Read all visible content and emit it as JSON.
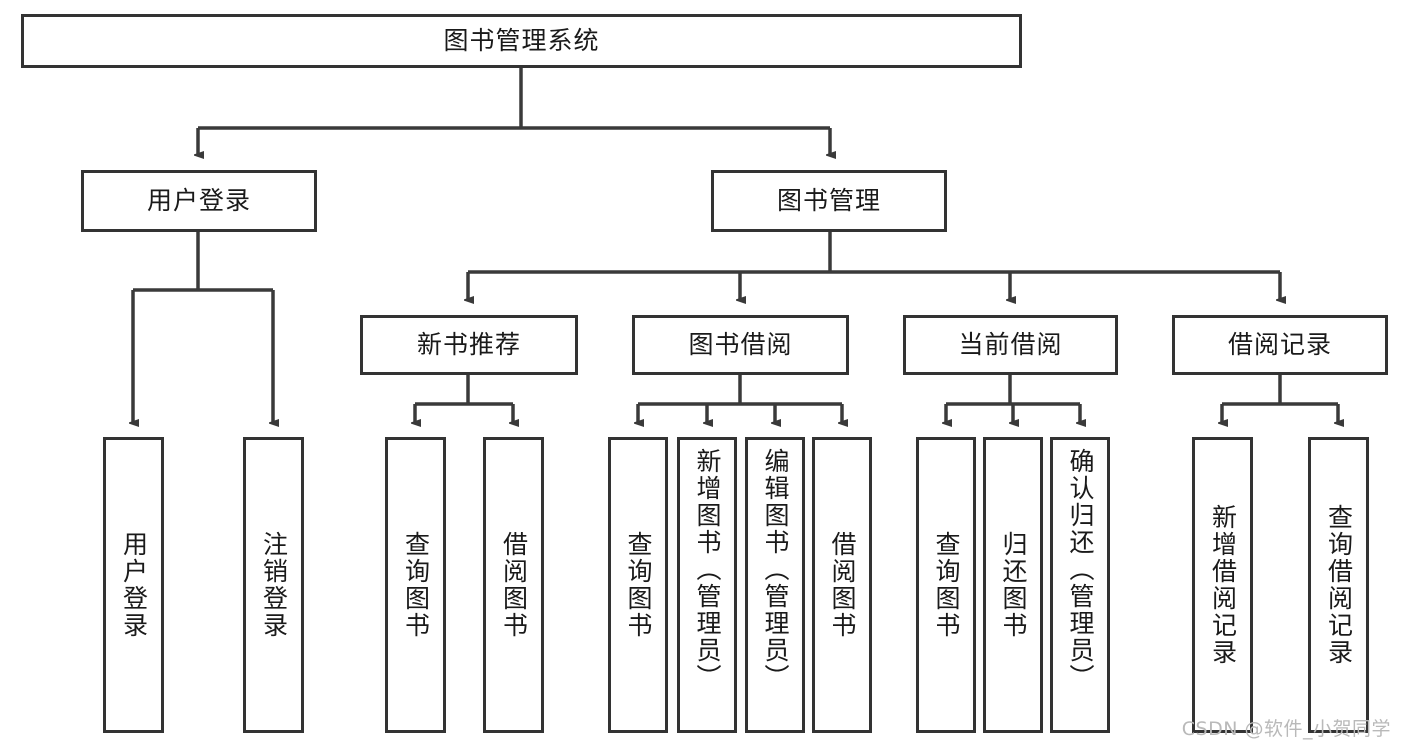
{
  "diagram": {
    "type": "tree-hierarchy",
    "title": "图书管理系统",
    "watermark": "CSDN @软件_小贺同学",
    "colors": {
      "box_border": "#333333",
      "box_fill": "#ffffff",
      "edge": "#3a3a3a",
      "text": "#1a1a1a",
      "watermark": "#b9b9b9",
      "background": "#ffffff"
    },
    "levels": {
      "root": {
        "label": "图书管理系统"
      },
      "level2": [
        {
          "id": "user-login",
          "label": "用户登录"
        },
        {
          "id": "book-management",
          "label": "图书管理"
        }
      ],
      "level3": [
        {
          "id": "new-book-recommend",
          "label": "新书推荐",
          "parent": "book-management"
        },
        {
          "id": "book-borrow",
          "label": "图书借阅",
          "parent": "book-management"
        },
        {
          "id": "current-borrow",
          "label": "当前借阅",
          "parent": "book-management"
        },
        {
          "id": "borrow-record",
          "label": "借阅记录",
          "parent": "book-management"
        }
      ],
      "leaves": {
        "user-login": [
          {
            "id": "leaf-user-login",
            "label": "用户登录"
          },
          {
            "id": "leaf-logout-login",
            "label": "注销登录"
          }
        ],
        "new-book-recommend": [
          {
            "id": "leaf-query-book-1",
            "label": "查询图书"
          },
          {
            "id": "leaf-borrow-book-1",
            "label": "借阅图书"
          }
        ],
        "book-borrow": [
          {
            "id": "leaf-query-book-2",
            "label": "查询图书"
          },
          {
            "id": "leaf-add-book",
            "label": "新增图书（管理员）"
          },
          {
            "id": "leaf-edit-book",
            "label": "编辑图书（管理员）"
          },
          {
            "id": "leaf-borrow-book-2",
            "label": "借阅图书"
          }
        ],
        "current-borrow": [
          {
            "id": "leaf-query-book-3",
            "label": "查询图书"
          },
          {
            "id": "leaf-return-book",
            "label": "归还图书"
          },
          {
            "id": "leaf-confirm-return",
            "label": "确认归还（管理员）"
          }
        ],
        "borrow-record": [
          {
            "id": "leaf-add-record",
            "label": "新增借阅记录"
          },
          {
            "id": "leaf-query-record",
            "label": "查询借阅记录"
          }
        ]
      }
    }
  }
}
